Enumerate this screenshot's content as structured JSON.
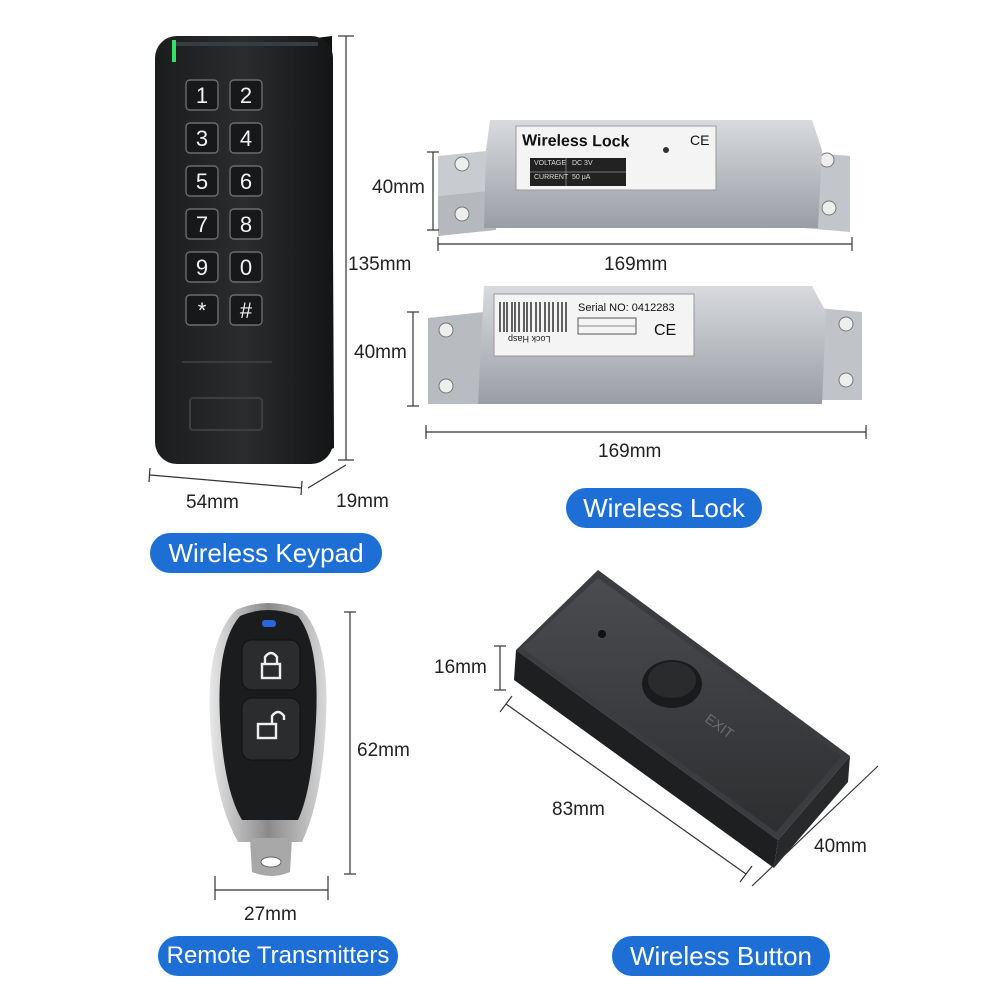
{
  "keypad": {
    "keys": [
      "1",
      "2",
      "3",
      "4",
      "5",
      "6",
      "7",
      "8",
      "9",
      "0",
      "*",
      "#"
    ],
    "height_label": "135mm",
    "width_label": "54mm",
    "depth_label": "19mm",
    "caption": "Wireless Keypad"
  },
  "lock": {
    "top_label": "Wireless Lock",
    "ce_mark": "CE",
    "spec_rows": [
      {
        "name": "VOLTAGE",
        "value": "DC 3V"
      },
      {
        "name": "CURRENT",
        "value": "50 μA"
      }
    ],
    "bottom_serial": "Serial NO: 0412283",
    "bottom_hasp": "Lock Hasp",
    "top_height_label": "40mm",
    "top_length_label": "169mm",
    "bottom_height_label": "40mm",
    "bottom_length_label": "169mm",
    "caption": "Wireless Lock"
  },
  "remote": {
    "height_label": "62mm",
    "width_label": "27mm",
    "caption": "Remote Transmitters"
  },
  "exit_button": {
    "engraving": "EXIT",
    "height_label": "16mm",
    "length_label": "83mm",
    "width_label": "40mm",
    "caption": "Wireless Button"
  }
}
